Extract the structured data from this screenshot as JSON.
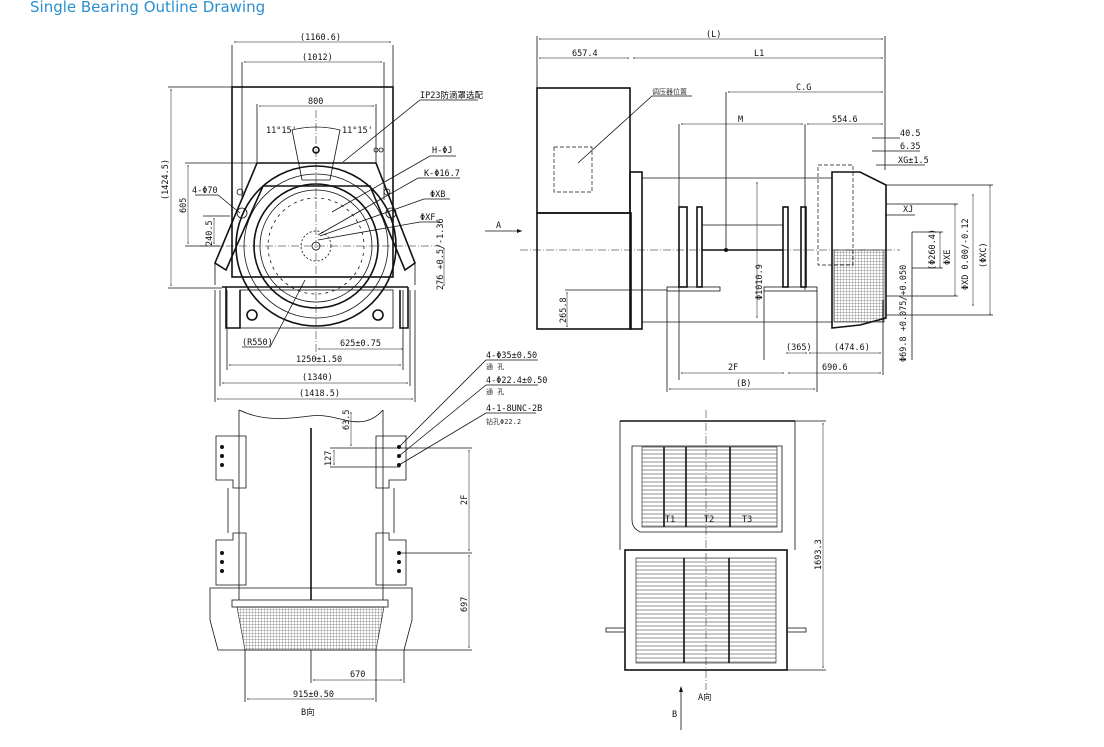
{
  "title": "Single Bearing Outline Drawing",
  "front_view": {
    "dim_overall_top": "(1160.6)",
    "dim_top_inner": "(1012)",
    "dim_800": "800",
    "angle_left": "11°15'",
    "angle_right": "11°15'",
    "dim_height": "(1424.5)",
    "dim_605": "605",
    "dim_240_5": "240.5",
    "dim_276": "276 +0.5/-1.36",
    "callout_ip23": "IP23防滴罩选配",
    "callout_h": "H-ΦJ",
    "callout_k": "K-Φ16.7",
    "callout_xb": "ΦXB",
    "callout_xf": "ΦXF",
    "callout_4_70": "4-Φ70",
    "callout_r550": "(R550)",
    "dim_625": "625±0.75",
    "dim_1250": "1250±1.50",
    "dim_1340": "(1340)",
    "dim_1418": "(1418.5)"
  },
  "side_view": {
    "dim_l": "(L)",
    "dim_657": "657.4",
    "dim_l1": "L1",
    "callout_avr": "调压器位置",
    "dim_cg": "C.G",
    "dim_m": "M",
    "dim_554": "554.6",
    "dim_40_5": "40.5",
    "dim_6_35": "6.35",
    "dim_xg": "XG±1.5",
    "dim_xj": "XJ",
    "view_a": "A",
    "dim_1010": "Φ1010.9",
    "dim_265": "265.8",
    "dim_260": "(Φ260.4)",
    "dim_xe": "ΦXE",
    "dim_xd": "ΦXD 0.00/-0.12",
    "dim_xc": "(ΦXC)",
    "dim_69": "Φ69.8 +0.075/+0.050",
    "dim_365": "(365)",
    "dim_474": "(474.6)",
    "dim_2f": "2F",
    "dim_690": "690.6",
    "dim_b": "(B)"
  },
  "b_view": {
    "callout_1": "4-Φ35±0.50",
    "callout_1_note": "通  孔",
    "callout_2": "4-Φ22.4±0.50",
    "callout_2_note": "通  孔",
    "callout_3": "4-1-8UNC-2B",
    "callout_3_note": "钻孔Φ22.2",
    "dim_63_5": "63.5",
    "dim_127": "127",
    "dim_2f": "2F",
    "dim_697": "697",
    "dim_670": "670",
    "dim_915": "915±0.50",
    "label": "B向"
  },
  "a_view": {
    "dim_1693": "1693.3",
    "label": "A向",
    "arrow_b": "B",
    "terminals": [
      "T1",
      "T2",
      "T3"
    ]
  }
}
